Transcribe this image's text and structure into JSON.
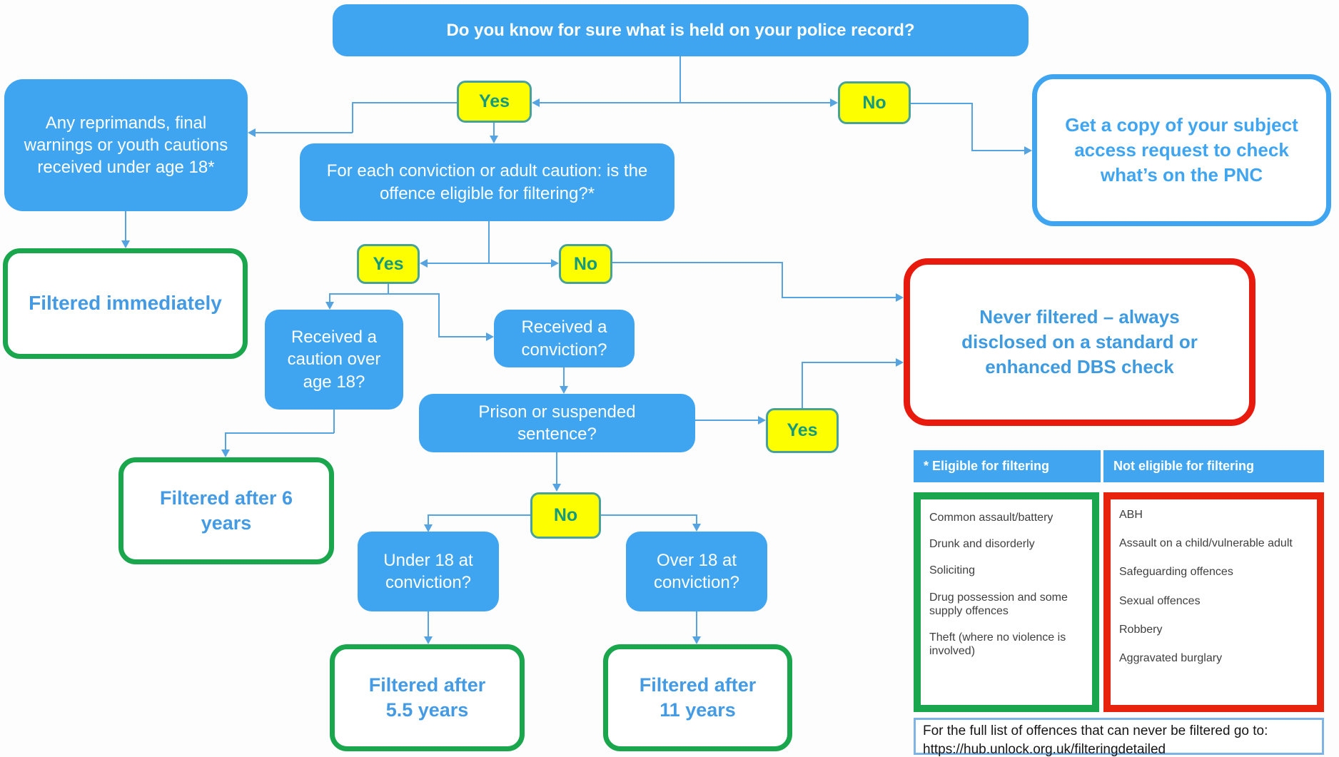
{
  "title": "Do you know for sure what is held on your police record?",
  "labels": {
    "yes": "Yes",
    "no": "No"
  },
  "nodes": {
    "reprimands": "Any reprimands, final warnings or youth cautions received under age 18*",
    "get_copy": "Get a copy of your subject access request to check what’s on the PNC",
    "for_each": "For each conviction or adult caution: is the offence eligible for filtering?*",
    "filtered_immediately": "Filtered immediately",
    "received_caution": "Received a caution over age 18?",
    "received_conviction": "Received a conviction?",
    "never_filtered": "Never filtered – always disclosed on a standard or enhanced DBS check",
    "prison": "Prison or suspended sentence?",
    "filtered_6": "Filtered after 6 years",
    "under_18": "Under 18 at conviction?",
    "over_18": "Over 18 at conviction?",
    "filtered_5_5": "Filtered after 5.5 years",
    "filtered_11": "Filtered after 11 years"
  },
  "table": {
    "eligible": {
      "header": "* Eligible for filtering",
      "items": [
        "Common assault/battery",
        "Drunk and disorderly",
        "Soliciting",
        "Drug possession and some supply offences",
        "Theft (where no violence is involved)"
      ]
    },
    "not_eligible": {
      "header": "Not eligible for filtering",
      "items": [
        "ABH",
        "Assault on a child/vulnerable adult",
        "Safeguarding offences",
        "Sexual offences",
        "Robbery",
        "Aggravated burglary"
      ]
    }
  },
  "note": {
    "line1": "For the full list of offences that can never be filtered go to:",
    "line2": "https://hub.unlock.org.uk/filteringdetailed"
  },
  "colors": {
    "node_blue": "#3fa5f0",
    "line_blue": "#55a3e0",
    "badge_yellow": "#fdff00",
    "badge_border_teal": "#46a29b",
    "badge_text_teal": "#149a7d",
    "outcome_green": "#1aa64c",
    "warning_red": "#e8190d",
    "outcome_text_blue": "#449be4",
    "list_text_gray": "#3f3f3f"
  }
}
